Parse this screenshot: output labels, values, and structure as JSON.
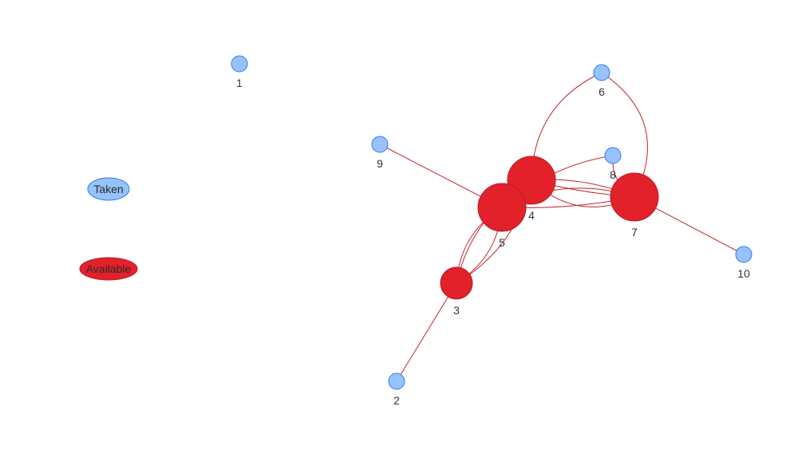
{
  "legend": {
    "taken": {
      "label": "Taken",
      "fill": "#97c2fc",
      "stroke": "#2b7ce9"
    },
    "available": {
      "label": "Available",
      "fill": "#e3212b",
      "stroke": "#b81d25"
    }
  },
  "nodes": [
    {
      "id": "1",
      "label": "1",
      "status": "taken"
    },
    {
      "id": "2",
      "label": "2",
      "status": "taken"
    },
    {
      "id": "3",
      "label": "3",
      "status": "available"
    },
    {
      "id": "4",
      "label": "4",
      "status": "available"
    },
    {
      "id": "5",
      "label": "5",
      "status": "available"
    },
    {
      "id": "6",
      "label": "6",
      "status": "taken"
    },
    {
      "id": "7",
      "label": "7",
      "status": "available"
    },
    {
      "id": "8",
      "label": "8",
      "status": "taken"
    },
    {
      "id": "9",
      "label": "9",
      "status": "taken"
    },
    {
      "id": "10",
      "label": "10",
      "status": "taken"
    }
  ],
  "edges": [
    {
      "from": "2",
      "to": "3"
    },
    {
      "from": "3",
      "to": "5"
    },
    {
      "from": "3",
      "to": "5"
    },
    {
      "from": "3",
      "to": "4"
    },
    {
      "from": "3",
      "to": "4"
    },
    {
      "from": "9",
      "to": "5"
    },
    {
      "from": "5",
      "to": "4"
    },
    {
      "from": "5",
      "to": "4"
    },
    {
      "from": "5",
      "to": "7"
    },
    {
      "from": "5",
      "to": "7"
    },
    {
      "from": "5",
      "to": "8"
    },
    {
      "from": "4",
      "to": "7"
    },
    {
      "from": "4",
      "to": "7"
    },
    {
      "from": "4",
      "to": "7"
    },
    {
      "from": "4",
      "to": "6"
    },
    {
      "from": "6",
      "to": "7"
    },
    {
      "from": "8",
      "to": "7"
    },
    {
      "from": "7",
      "to": "10"
    }
  ],
  "edge_color": "#c4232d"
}
